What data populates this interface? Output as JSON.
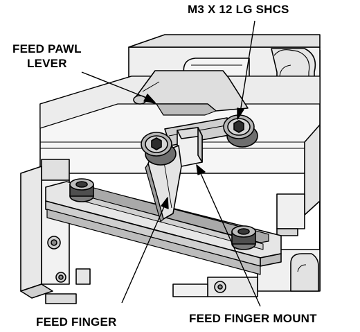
{
  "callouts": {
    "screws": "M3 X 12 LG SHCS",
    "pawl_lever_line1": "FEED PAWL",
    "pawl_lever_line2": "LEVER",
    "finger": "FEED FINGER",
    "finger_mount": "FEED FINGER MOUNT"
  },
  "colors": {
    "line": "#000000",
    "light_part": "#f2f2f2",
    "mid_part": "#d9d9d9",
    "dark_part": "#bdbdbd",
    "shadow": "#9a9a9a",
    "bolt_dark": "#5a5a5a"
  },
  "icons": [
    "hex-socket-screw-icon"
  ]
}
